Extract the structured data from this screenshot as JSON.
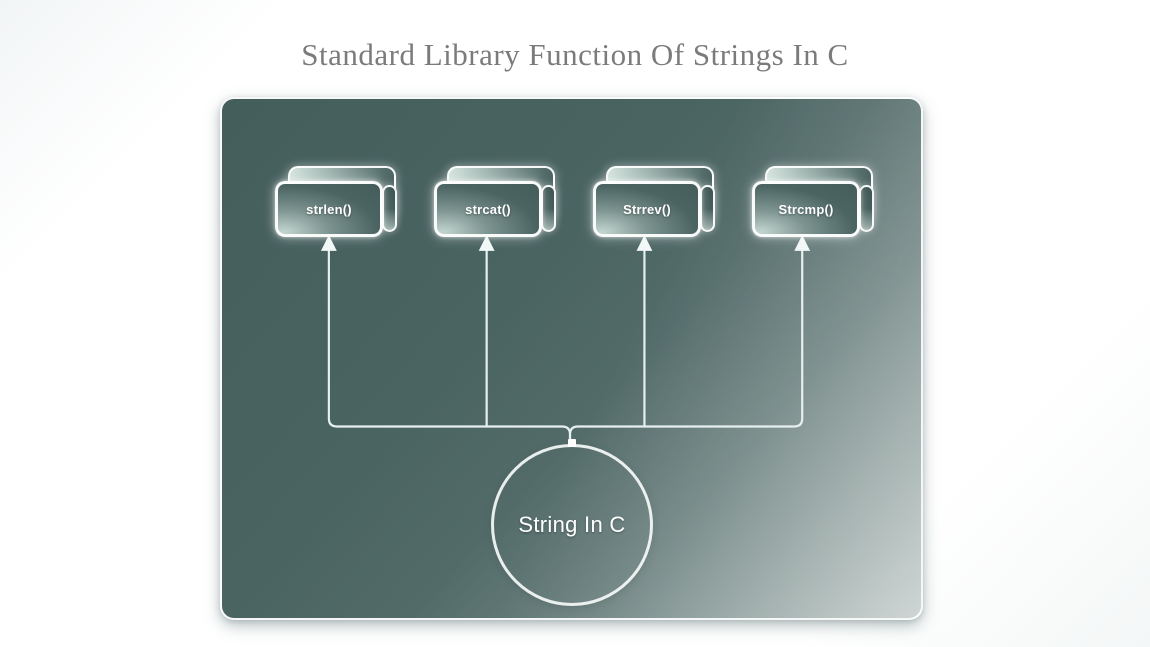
{
  "title": "Standard Library Function Of Strings In C",
  "diagram": {
    "function_boxes": [
      {
        "label": "strlen()"
      },
      {
        "label": "strcat()"
      },
      {
        "label": "Strrev()"
      },
      {
        "label": "Strcmp()"
      }
    ],
    "center_node": {
      "label": "String In C"
    }
  },
  "colors": {
    "title_text": "#7b7b7b",
    "panel_gradient_dark": "#445e5c",
    "panel_gradient_light": "#bcc6c4",
    "box_fill_dark": "#445d5b",
    "box_fill_light": "#c3d5d0",
    "box_border": "#ffffff",
    "connector_line": "#e6f0ef",
    "node_text": "#ffffff"
  }
}
